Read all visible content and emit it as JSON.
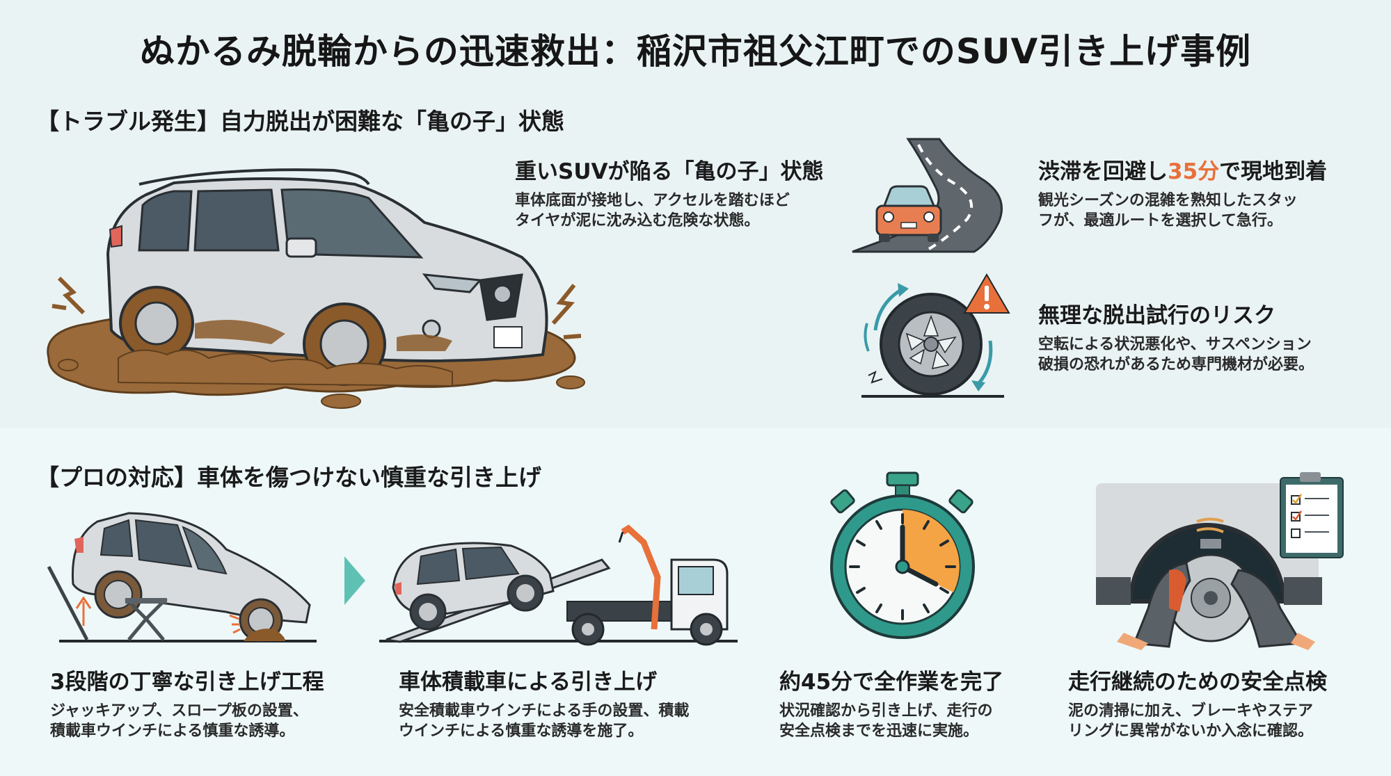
{
  "title": "ぬかるみ脱輪からの迅速救出：稲沢市祖父江町でのSUV引き上げ事例",
  "colors": {
    "accent_orange": "#e8703a",
    "teal": "#3aa79a",
    "mud_brown": "#9a6a3a",
    "text_dark": "#1a1a1a",
    "background": "#eef6f6"
  },
  "trouble": {
    "section_title": "【トラブル発生】自力脱出が困難な「亀の子」状態",
    "main_card": {
      "heading": "重いSUVが陥る「亀の子」状態",
      "lines": [
        "車体底面が接地し、アクセルを踏むほど",
        "タイヤが泥に沈み込む危険な状態。"
      ],
      "icon": "suv-stuck-in-mud-illustration"
    },
    "arrival_card": {
      "heading_pre": "渋滞を回避し",
      "heading_accent": "35分",
      "heading_post": "で現地到着",
      "lines": [
        "観光シーズンの混雑を熟知したスタッ",
        "フが、最適ルートを選択して急行。"
      ],
      "icon": "winding-road-car-icon"
    },
    "risk_card": {
      "heading": "無理な脱出試行のリスク",
      "lines": [
        "空転による状況悪化や、サスペンション",
        "破損の恐れがあるため専門機材が必要。"
      ],
      "icon": "spinning-tire-warning-icon"
    }
  },
  "response": {
    "section_title": "【プロの対応】車体を傷つけない慎重な引き上げ",
    "steps": [
      {
        "heading": "3段階の丁寧な引き上げ工程",
        "lines": [
          "ジャッキアップ、スロープ板の設置、",
          "積載車ウインチによる慎重な誘導。"
        ],
        "icon": "jack-lifting-suv-illustration"
      },
      {
        "heading": "車体積載車による引き上げ",
        "lines": [
          "安全積載車ウインチによる手の設置、積載",
          "ウインチによる慎重な誘導を施了。"
        ],
        "icon": "flatbed-truck-loading-illustration"
      },
      {
        "heading_pre": "約",
        "heading_num": "45分",
        "heading_post": "で全作業を完了",
        "lines": [
          "状況確認から引き上げ、走行の",
          "安全点検までを迅速に実施。"
        ],
        "icon": "stopwatch-icon"
      },
      {
        "heading": "走行継続のための安全点検",
        "lines": [
          "泥の清掃に加え、ブレーキやステア",
          "リングに異常がないか入念に確認。"
        ],
        "icon": "brake-inspection-checklist-illustration"
      }
    ]
  }
}
